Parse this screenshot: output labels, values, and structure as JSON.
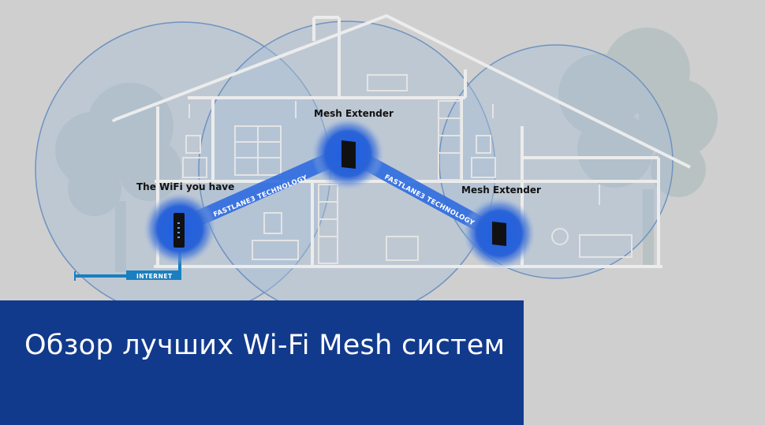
{
  "labels": {
    "wifi_you_have": "The WiFi you have",
    "mesh_extender_top": "Mesh Extender",
    "mesh_extender_right": "Mesh Extender",
    "internet": "INTERNET",
    "fastlane_left": "FASTLANE3 TECHNOLOGY",
    "fastlane_right": "FASTLANE3 TECHNOLOGY"
  },
  "banner": {
    "title": "Обзор лучших Wi-Fi Mesh систем"
  },
  "colors": {
    "background": "#cfcfd0",
    "coverage_fill": "#a9bfd8",
    "coverage_stroke": "#6f93bf",
    "link_beam": "#2f6be0",
    "device_glow": "#2a63d8",
    "device": "#111111",
    "house_line": "#ececec",
    "internet_cable": "#1a7fbf",
    "banner_bg": "#123a8c",
    "banner_text": "#ffffff"
  },
  "icons": [
    "router-icon",
    "mesh-extender-icon",
    "tree-icon",
    "house-outline"
  ]
}
